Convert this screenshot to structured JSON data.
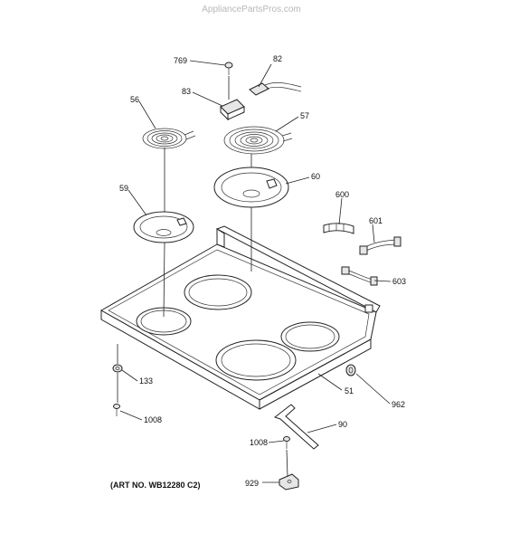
{
  "watermark": "AppliancePartsPros.com",
  "art_number": "(ART NO. WB12280 C2)",
  "callouts": {
    "c769": "769",
    "c82": "82",
    "c83": "83",
    "c56": "56",
    "c57": "57",
    "c60": "60",
    "c59": "59",
    "c600": "600",
    "c601": "601",
    "c603": "603",
    "c133": "133",
    "c1008a": "1008",
    "c51": "51",
    "c962": "962",
    "c90": "90",
    "c1008b": "1008",
    "c929": "929"
  }
}
